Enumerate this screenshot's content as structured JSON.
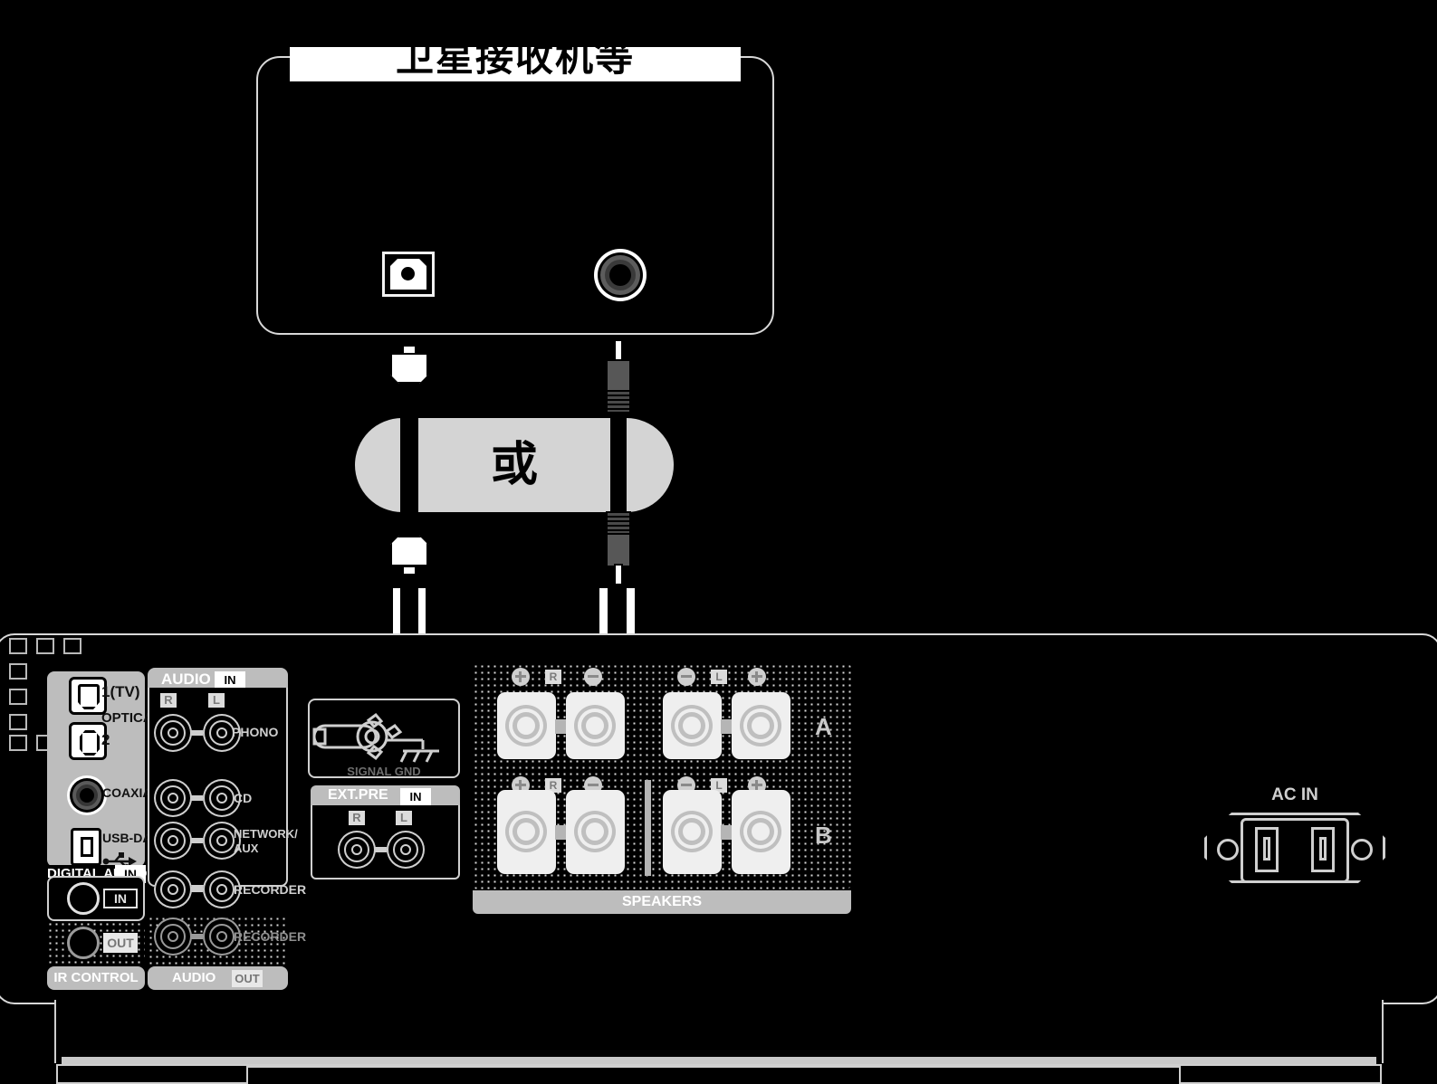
{
  "diagram": {
    "title": "卫星接收机等",
    "or_label": "或",
    "connection_note_optical": "OPTICAL",
    "connection_note_coaxial": "COAXIAL"
  },
  "source_device": {
    "label": "卫星接收机等",
    "ports": [
      {
        "name": "optical-digital-out",
        "icon": "toslink-port-icon"
      },
      {
        "name": "coaxial-digital-out",
        "icon": "rca-jack-icon"
      }
    ]
  },
  "cables": [
    {
      "type": "optical",
      "connector": "toslink-plug",
      "target": "OPTICAL 1(TV)"
    },
    {
      "type": "coaxial",
      "connector": "rca-plug",
      "target": "COAXIAL"
    }
  ],
  "amplifier": {
    "digital_audio": {
      "section_label": "DIGITAL AUDIO",
      "section_tag": "IN",
      "optical_label": "OPTICAL",
      "ports": [
        {
          "label": "1(TV)",
          "icon": "toslink-port-icon"
        },
        {
          "label": "2",
          "icon": "toslink-port-icon"
        },
        {
          "label": "COAXIAL",
          "icon": "rca-jack-icon"
        },
        {
          "label": "USB-DAC",
          "sublabel": "usb-icon",
          "icon": "usb-b-port-icon"
        }
      ]
    },
    "audio_in": {
      "section_label": "AUDIO",
      "section_tag": "IN",
      "channel_r": "R",
      "channel_l": "L",
      "rows": [
        "PHONO",
        "CD",
        "NETWORK/\nAUX",
        "RECORDER"
      ]
    },
    "audio_out": {
      "section_label": "AUDIO",
      "section_tag": "OUT",
      "rows": [
        "RECORDER"
      ]
    },
    "ir_control": {
      "section_label": "IR CONTROL",
      "jacks": [
        {
          "label": "IN"
        },
        {
          "label": "OUT"
        }
      ]
    },
    "signal_gnd": {
      "label": "SIGNAL GND",
      "icon": "ground-terminal-icon"
    },
    "ext_pre": {
      "section_label": "EXT.PRE",
      "section_tag": "IN",
      "channel_r": "R",
      "channel_l": "L"
    },
    "speakers": {
      "section_label": "SPEAKERS",
      "groups": [
        {
          "id": "A",
          "right": {
            "channel": "R",
            "plus": "+",
            "minus": "−"
          },
          "left": {
            "channel": "L",
            "plus": "+",
            "minus": "−"
          }
        },
        {
          "id": "B",
          "right": {
            "channel": "R",
            "plus": "+",
            "minus": "−"
          },
          "left": {
            "channel": "L",
            "plus": "+",
            "minus": "−"
          }
        }
      ]
    },
    "ac_in": {
      "label": "AC IN",
      "icon": "iec-power-inlet-icon"
    }
  },
  "colors": {
    "background": "#000000",
    "panel_gray": "#bdbdbd",
    "outline": "#d8d8d8",
    "badge_gray": "#d4d4d4",
    "terminal_white": "#efefef"
  }
}
